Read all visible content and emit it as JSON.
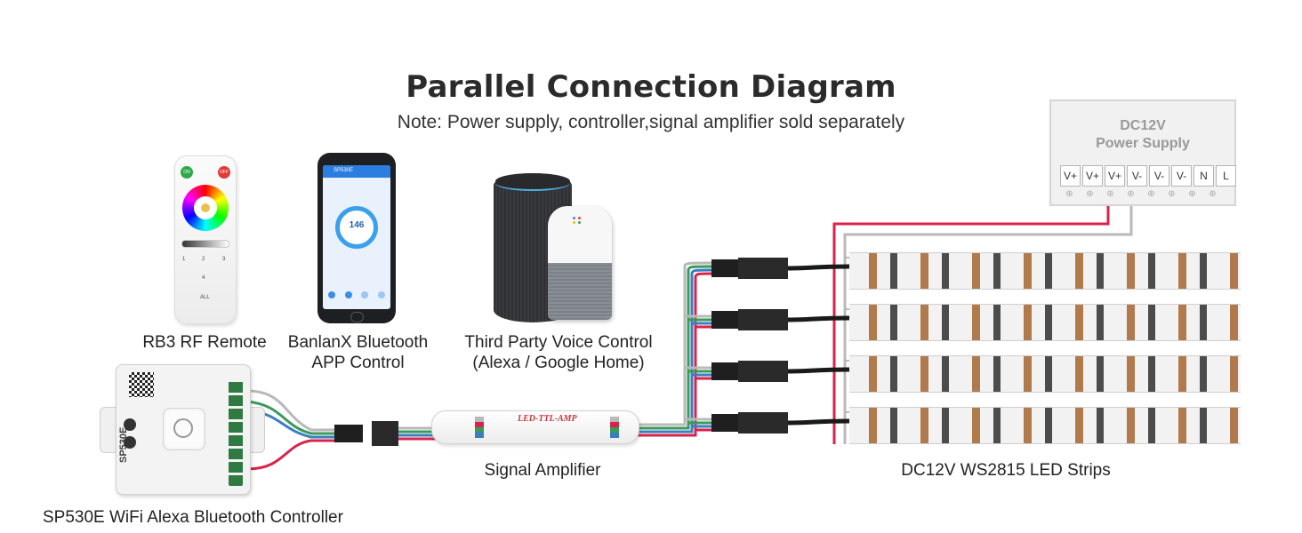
{
  "title": "Parallel Connection Diagram",
  "note": "Note: Power supply, controller,signal amplifier sold separately",
  "power_supply": {
    "line1": "DC12V",
    "line2": "Power Supply",
    "terminals": [
      "V+",
      "V+",
      "V+",
      "V-",
      "V-",
      "V-",
      "N",
      "L"
    ]
  },
  "labels": {
    "remote": "RB3 RF Remote",
    "app_line1": "BanlanX Bluetooth",
    "app_line2": "APP Control",
    "voice_line1": "Third Party Voice Control",
    "voice_line2": "(Alexa / Google Home)",
    "controller": "SP530E WiFi Alexa Bluetooth Controller",
    "amplifier": "Signal Amplifier",
    "strips": "DC12V WS2815 LED Strips"
  },
  "remote": {
    "on": "ON",
    "off": "OFF",
    "keys": [
      "1",
      "2",
      "3",
      "4",
      "ALL"
    ]
  },
  "phone": {
    "app_name": "SP530E",
    "value": "146"
  },
  "amplifier_text": "LED-TTL-AMP",
  "controller_text": "SP530E",
  "wire_colors": {
    "red": "#d9234b",
    "gray": "#b9b9b9",
    "green": "#3a9a5a",
    "blue": "#3a7ec2",
    "black": "#1a1a1a"
  }
}
